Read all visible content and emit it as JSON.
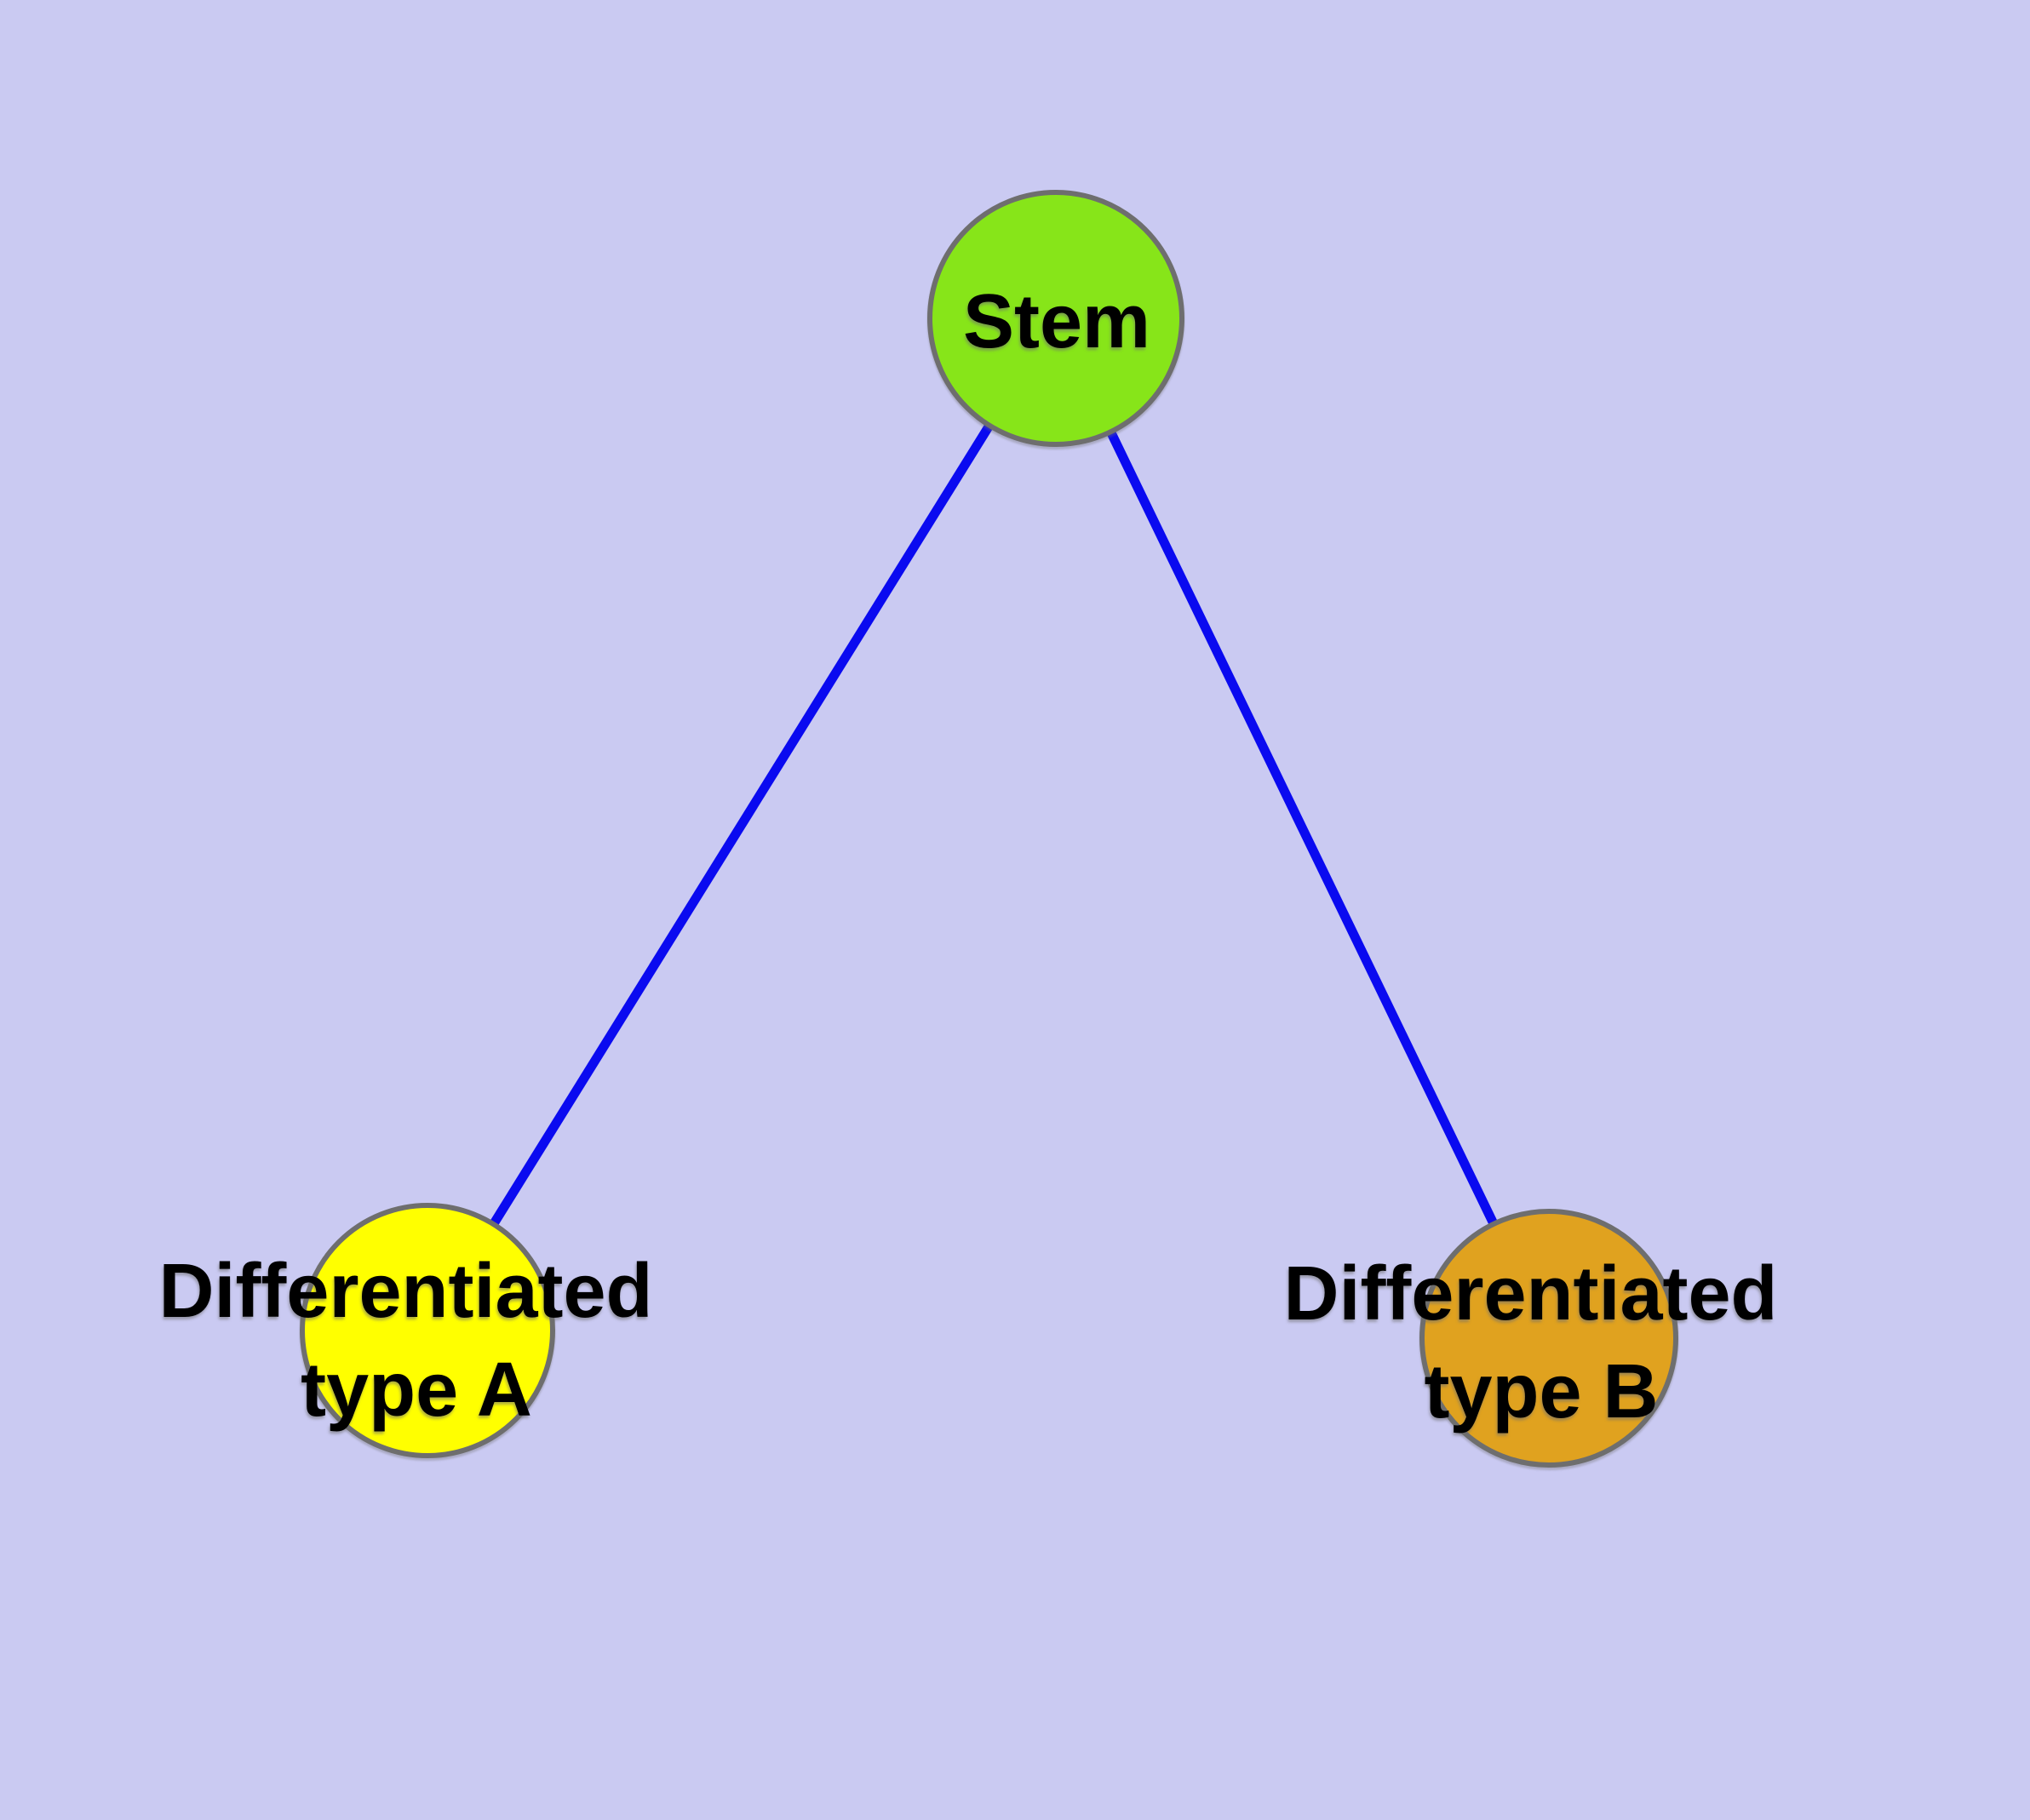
{
  "canvas": {
    "background_color": "#CACAF2"
  },
  "graph": {
    "edge_color": "#0A0AF0",
    "node_border_color": "#6E6E6E",
    "label_color": "#000000",
    "nodes": [
      {
        "id": "stem",
        "label": "Stem",
        "fill_color": "#87E519"
      },
      {
        "id": "differentiated-type-a",
        "label_line1": "Differentiated",
        "label_line2": "type A",
        "fill_color": "#FFFF00"
      },
      {
        "id": "differentiated-type-b",
        "label_line1": "Differentiated",
        "label_line2": "type B",
        "fill_color": "#E0A21F"
      }
    ],
    "edges": [
      {
        "from": "stem",
        "to": "differentiated-type-a"
      },
      {
        "from": "stem",
        "to": "differentiated-type-b"
      }
    ]
  }
}
